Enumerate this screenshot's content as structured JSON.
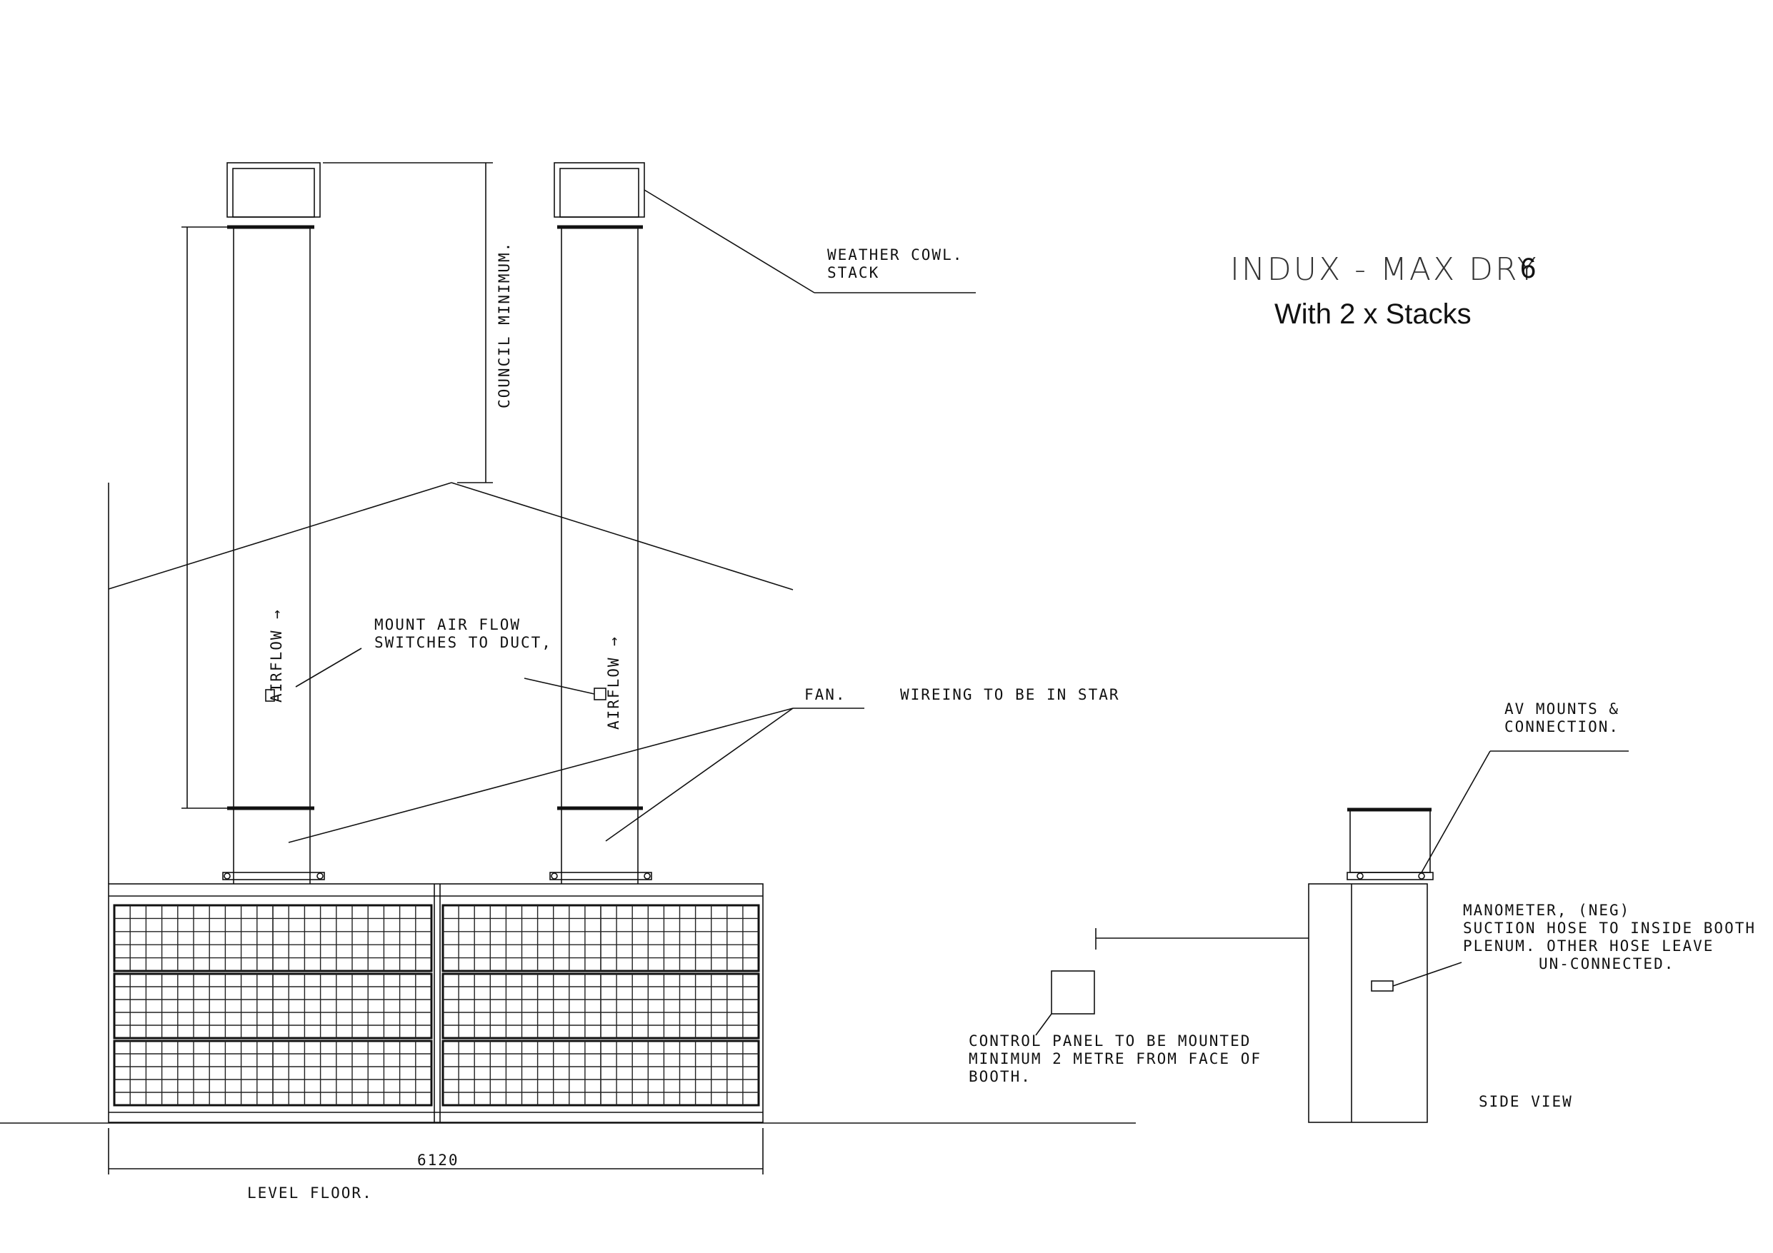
{
  "title": {
    "main": "INDUX - MAX DRY",
    "number": "6",
    "subtitle": "With 2 x Stacks"
  },
  "labels": {
    "weather_cowl_1": "WEATHER COWL.",
    "weather_cowl_2": "STACK",
    "council_minimum": "COUNCIL MINIMUM.",
    "airflow_left": "AIRFLOW →",
    "airflow_right": "AIRFLOW →",
    "mount_switches_1": "MOUNT AIR FLOW",
    "mount_switches_2": "SWITCHES TO DUCT,",
    "fan": "FAN.",
    "wiring": "WIREING TO BE IN STAR",
    "av_mounts_1": "AV MOUNTS &",
    "av_mounts_2": "CONNECTION.",
    "manometer_1": "MANOMETER, (NEG)",
    "manometer_2": "SUCTION HOSE TO INSIDE BOOTH",
    "manometer_3": "PLENUM. OTHER HOSE LEAVE",
    "manometer_4": "UN-CONNECTED.",
    "control_panel_1": "CONTROL PANEL TO BE MOUNTED",
    "control_panel_2": "MINIMUM 2 METRE FROM FACE OF",
    "control_panel_3": "BOOTH.",
    "side_view": "SIDE VIEW",
    "width_dim": "6120",
    "level_floor": "LEVEL FLOOR."
  }
}
